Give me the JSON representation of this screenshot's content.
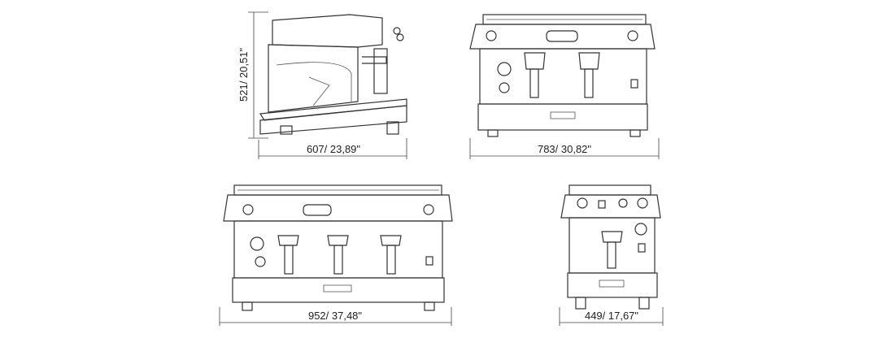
{
  "diagram": {
    "views": [
      {
        "id": "side",
        "width_label": "607/ 23,89\"",
        "height_label": "521/ 20,51\""
      },
      {
        "id": "front-2-group",
        "width_label": "783/ 30,82\""
      },
      {
        "id": "front-3-group",
        "width_label": "952/ 37,48\""
      },
      {
        "id": "front-1-group",
        "width_label": "449/ 17,67\""
      }
    ]
  }
}
